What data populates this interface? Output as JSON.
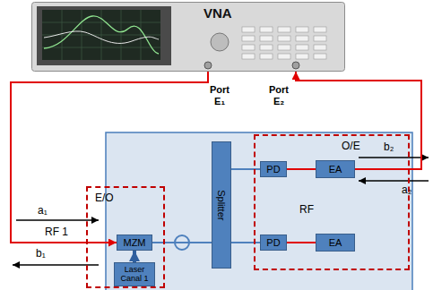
{
  "diagram": {
    "nodes": [
      {
        "text": [
          "VNA"
        ]
      },
      {
        "text": [
          "E/O"
        ]
      },
      {
        "text": [
          "MZM"
        ],
        "in": 1
      },
      {
        "text": [
          "Laser Canal 1"
        ],
        "in": 1
      },
      {
        "text": [
          "Splitter"
        ]
      },
      {
        "text": [
          "O/E"
        ]
      },
      {
        "text": [
          "PD"
        ],
        "in": 5
      },
      {
        "text": [
          "EA"
        ],
        "in": 5
      },
      {
        "text": [
          "PD"
        ],
        "in": 5
      },
      {
        "text": [
          "EA"
        ],
        "in": 5
      }
    ],
    "edges": [
      {
        "from": 0,
        "to": 2,
        "arrow": "to"
      },
      {
        "from": 7,
        "to": 0,
        "arrow": "to"
      },
      {
        "from": 3,
        "to": 2,
        "arrow": "to"
      },
      {
        "from": 2,
        "to": 4,
        "arrow": "none"
      },
      {
        "from": 4,
        "to": 6,
        "arrow": "none"
      },
      {
        "from": 4,
        "to": 8,
        "arrow": "none"
      },
      {
        "from": 6,
        "to": 7,
        "arrow": "none"
      },
      {
        "from": 8,
        "to": 9,
        "arrow": "none"
      }
    ],
    "labels": [
      "Port E₁",
      "Port E₂",
      "a₁",
      "RF 1",
      "b₁",
      "b₂",
      "a₂",
      "RF"
    ]
  }
}
